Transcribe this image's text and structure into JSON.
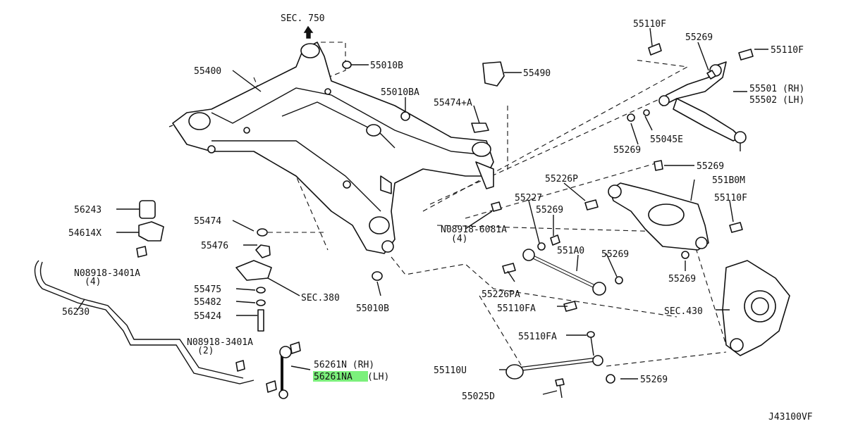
{
  "diagram_code": "J43100VF",
  "labels": {
    "sec750": "SEC. 750",
    "sec380": "SEC.380",
    "sec430": "SEC.430",
    "p55400": "55400",
    "p55010b_top": "55010B",
    "p55010ba": "55010BA",
    "p55490": "55490",
    "p55474a": "55474+A",
    "p55110f_1": "55110F",
    "p55110f_2": "55110F",
    "p55110f_3": "55110F",
    "p55269_1": "55269",
    "p55269_2": "55269",
    "p55269_3": "55269",
    "p55269_4": "55269",
    "p55269_5": "55269",
    "p55269_6": "55269",
    "p55269_7": "55269",
    "p55501": "55501 (RH)",
    "p55502": "55502 (LH)",
    "p55045e": "55045E",
    "p55226p": "55226P",
    "p551b0m": "551B0M",
    "p55227": "55227",
    "p551a0": "551A0",
    "p55226pa": "55226PA",
    "p55110fa_1": "55110FA",
    "p55110fa_2": "55110FA",
    "p56243": "56243",
    "p54614x": "54614X",
    "n08918_3401a_1": "N08918-3401A",
    "qty_4a": "(4)",
    "p55474": "55474",
    "p55476": "55476",
    "p55475": "55475",
    "p55482": "55482",
    "p55424": "55424",
    "p55010b_bot": "55010B",
    "n08918_6081a": "N08918-6081A",
    "qty_4b": "(4)",
    "p56230": "56230",
    "n08918_3401a_2": "N08918-3401A",
    "qty_2": "(2)",
    "p56261n": "56261N (RH)",
    "p56261na": "56261NA",
    "p56261na_lh": " (LH)",
    "p55110u": "55110U",
    "p55025d": "55025D"
  }
}
